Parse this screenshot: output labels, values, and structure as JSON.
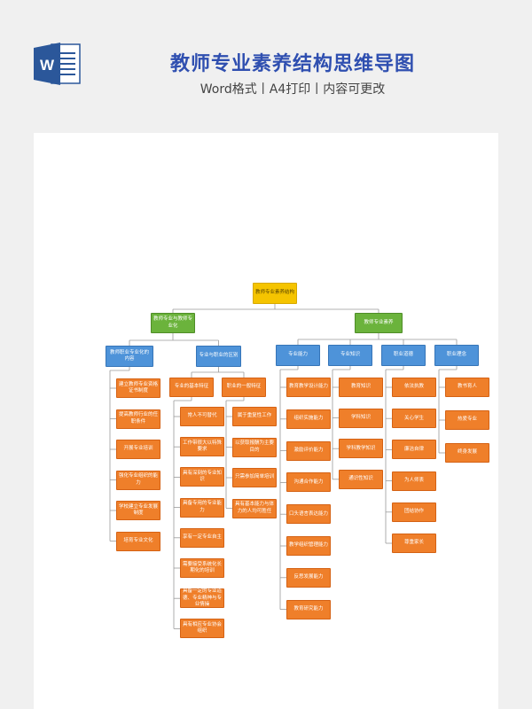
{
  "header": {
    "logo_letter": "W",
    "title": "教师专业素养结构思维导图",
    "subtitle": "Word格式丨A4打印丨内容可更改"
  },
  "colors": {
    "root": "#f5c400",
    "level1": "#6bb33c",
    "level2": "#4e93d9",
    "leaf": "#ef7f2a",
    "title": "#2f4fb0"
  },
  "diagram": {
    "root": "教师专业素养结构",
    "left": {
      "label": "教师专业与教师专业化",
      "branches": [
        {
          "label": "教师职业专业化的内容",
          "items": [
            "建立教师专业资格证书制度",
            "提高教师行业的任职条件",
            "开展专业培训",
            "强化专业组织的能力",
            "学校建立专业发展制度",
            "培育专业文化"
          ]
        },
        {
          "label": "专业与职业的区别",
          "groups": [
            {
              "label": "专业的基本特征",
              "items": [
                "常人不可替代",
                "工作带很大以特殊要求",
                "具有深刻的专业知识",
                "具备专用的专业能力",
                "享有一定专业自主",
                "需要接受系统化长期化的培训",
                "具备一定的专业道德、专业精神与专业情操",
                "具有相应专业协会组织"
              ]
            },
            {
              "label": "职业的一般特征",
              "items": [
                "属于重复性工作",
                "以获取报酬为主要目的",
                "只需参加简单培训",
                "具有基本能力与体力的人均可胜任"
              ]
            }
          ]
        }
      ]
    },
    "right": {
      "label": "教师专业素养",
      "branches": [
        {
          "label": "专业能力",
          "items": [
            "教育教学设计能力",
            "组织实施能力",
            "激励评价能力",
            "沟通合作能力",
            "口头语言表达能力",
            "教学组织管理能力",
            "反思发展能力",
            "教育研究能力"
          ]
        },
        {
          "label": "专业知识",
          "items": [
            "教育知识",
            "学科知识",
            "学科教学知识",
            "通识性知识"
          ]
        },
        {
          "label": "职业道德",
          "items": [
            "依法执教",
            "关心学生",
            "廉洁自律",
            "为人师表",
            "团结协作",
            "尊重家长"
          ]
        },
        {
          "label": "职业理念",
          "items": [
            "教书育人",
            "热爱专业",
            "终身发展"
          ]
        }
      ]
    }
  }
}
